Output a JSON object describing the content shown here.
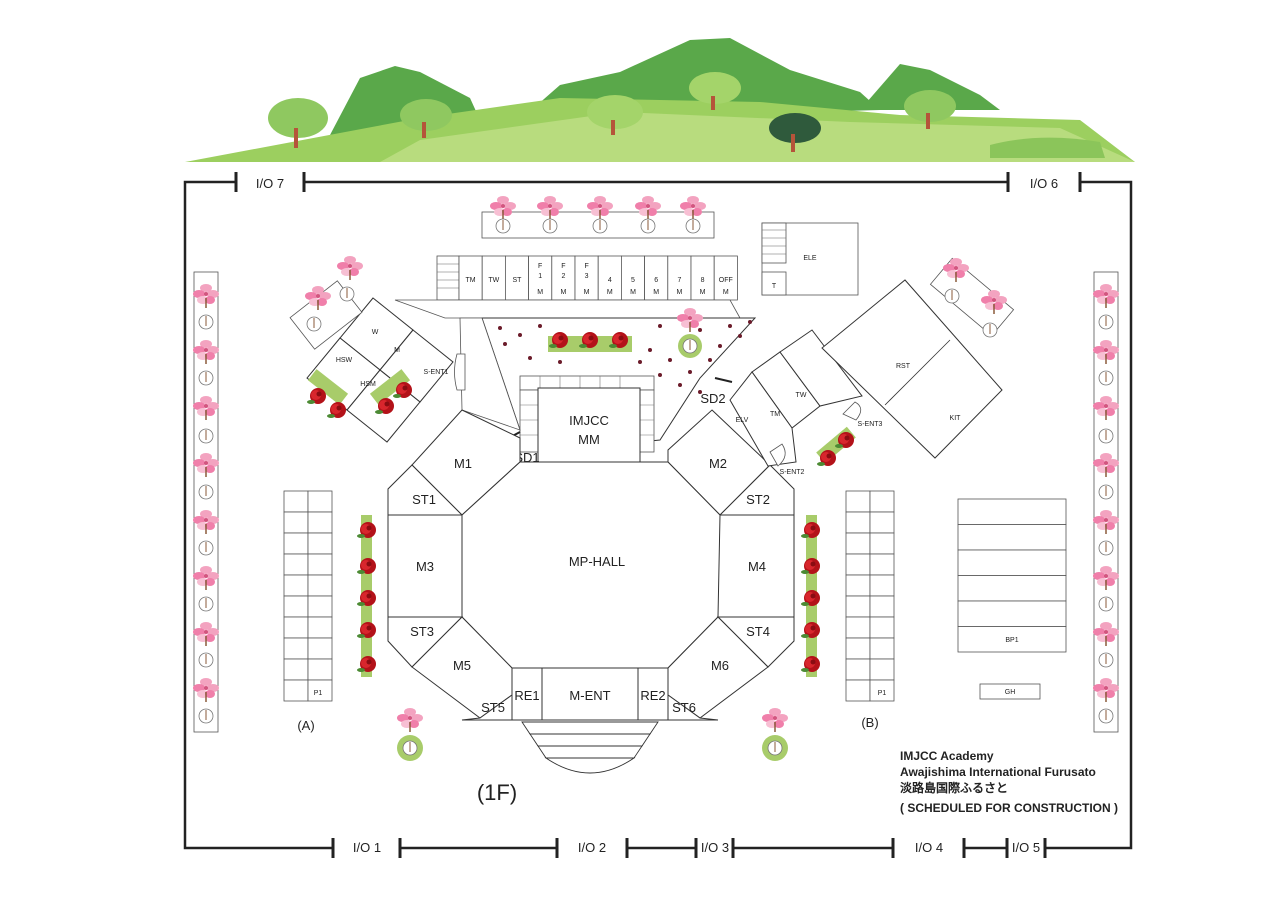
{
  "colors": {
    "hill_light": "#9ccf5f",
    "hill_dark": "#5aa84a",
    "tree_green": "#8fc860",
    "tree_dark": "#2f5a3c",
    "blossom_pink": "#f3a3c0",
    "rose_red": "#c0161e",
    "planter_green": "#a8cc6a",
    "wall": "#222222"
  },
  "io_labels": {
    "io7": "I/O 7",
    "io6": "I/O 6",
    "io1": "I/O 1",
    "io2": "I/O 2",
    "io3": "I/O 3",
    "io4": "I/O 4",
    "io5": "I/O 5"
  },
  "rooms": {
    "m1": "M1",
    "m2": "M2",
    "m3": "M3",
    "m4": "M4",
    "m5": "M5",
    "m6": "M6",
    "st1": "ST1",
    "st2": "ST2",
    "st3": "ST3",
    "st4": "ST4",
    "st5": "ST5",
    "st6": "ST6",
    "mp_hall": "MP-HALL",
    "re1": "RE1",
    "re2": "RE2",
    "m_ent": "M-ENT",
    "imjcc_line1": "IMJCC",
    "imjcc_line2": "MM",
    "sd1": "SD1",
    "sd2": "SD2",
    "s_ent1": "S-ENT1",
    "s_ent2": "S-ENT2",
    "s_ent3": "S-ENT3",
    "w": "W",
    "m": "M",
    "hsw": "HSW",
    "hsm": "HSM",
    "rst": "RST",
    "kit": "KIT",
    "ele": "ELE",
    "t": "T",
    "elv": "ELV",
    "tm2": "TM",
    "tw2": "TW",
    "p1_left": "P1",
    "p1_right": "P1",
    "bp1": "BP1",
    "gh": "GH",
    "a": "(A)",
    "b": "(B)",
    "floor": "(1F)"
  },
  "strip": [
    {
      "top": "TM",
      "f": "",
      "bottom": ""
    },
    {
      "top": "TW",
      "f": "",
      "bottom": ""
    },
    {
      "top": "ST",
      "f": "",
      "bottom": ""
    },
    {
      "top": "1",
      "f": "F",
      "bottom": "M"
    },
    {
      "top": "2",
      "f": "F",
      "bottom": "M"
    },
    {
      "top": "3",
      "f": "F",
      "bottom": "M"
    },
    {
      "top": "4",
      "f": "",
      "bottom": "M"
    },
    {
      "top": "5",
      "f": "",
      "bottom": "M"
    },
    {
      "top": "6",
      "f": "",
      "bottom": "M"
    },
    {
      "top": "7",
      "f": "",
      "bottom": "M"
    },
    {
      "top": "8",
      "f": "",
      "bottom": "M"
    },
    {
      "top": "OFF",
      "f": "",
      "bottom": "M"
    }
  ],
  "info": {
    "line1": "IMJCC Academy",
    "line2": "Awajishima International Furusato",
    "line3": "淡路島国際ふるさと",
    "line4": "( SCHEDULED  FOR  CONSTRUCTION )"
  }
}
